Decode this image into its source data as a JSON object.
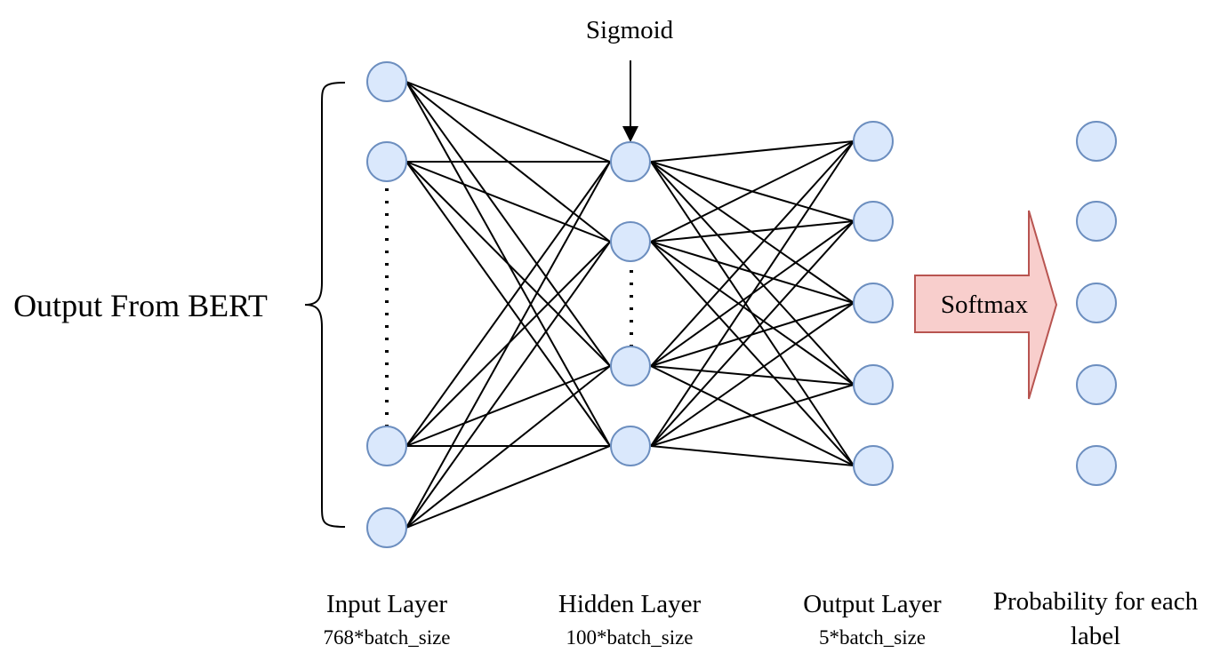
{
  "side_label": "Output From BERT",
  "activation_label": "Sigmoid",
  "softmax_label": "Softmax",
  "layers": [
    {
      "name": "Input Layer",
      "size": "768*batch_size"
    },
    {
      "name": "Hidden Layer",
      "size": "100*batch_size"
    },
    {
      "name": "Output Layer",
      "size": "5*batch_size"
    }
  ],
  "probability": {
    "line1": "Probability for each",
    "line2": "label"
  },
  "colors": {
    "node_fill": "#dae8fc",
    "node_stroke": "#6c8ebf",
    "arrow_fill": "#f8cecc",
    "arrow_stroke": "#b85450"
  }
}
